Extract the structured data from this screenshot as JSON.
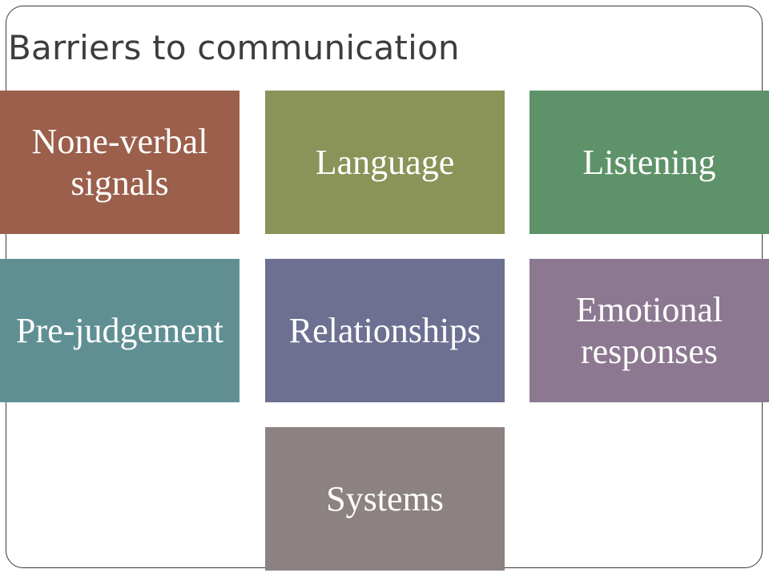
{
  "slide": {
    "title": "Barriers to communication"
  },
  "tiles": [
    {
      "label": "None-verbal signals",
      "color": "#9b5f4b"
    },
    {
      "label": "Language",
      "color": "#8a9358"
    },
    {
      "label": "Listening",
      "color": "#5e9268"
    },
    {
      "label": "Pre-judgement",
      "color": "#5f8f93"
    },
    {
      "label": "Relationships",
      "color": "#6e7092"
    },
    {
      "label": "Emotional responses",
      "color": "#8c7891"
    },
    {
      "label": "Systems",
      "color": "#8c8281"
    }
  ]
}
